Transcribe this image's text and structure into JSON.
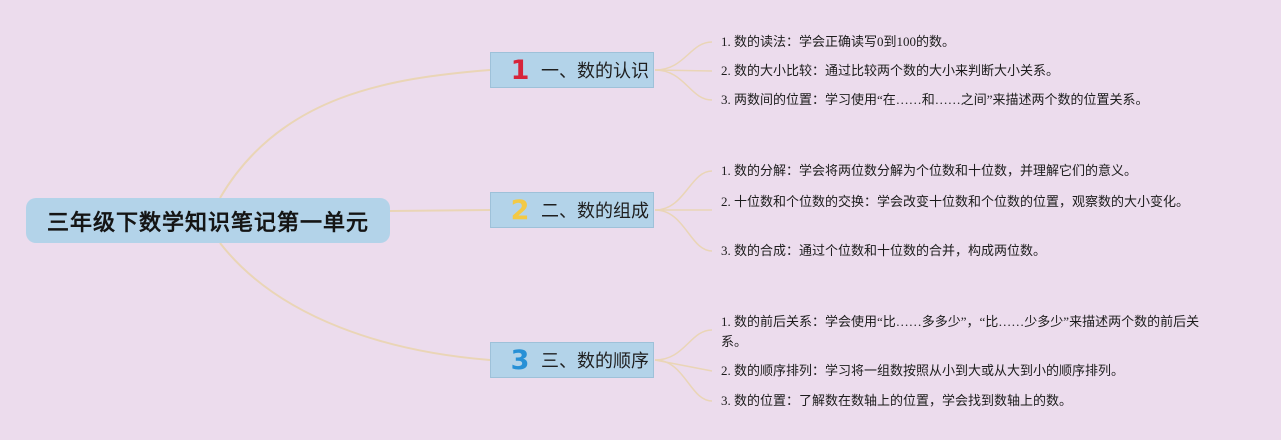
{
  "mindmap": {
    "root": {
      "text": "三年级下数学知识笔记第一单元"
    },
    "colors": {
      "background": "#ecdced",
      "connector": "#ead5b6",
      "node_fill": "#b3d3e9",
      "number_1": "#d6243a",
      "number_2": "#f3c945",
      "number_3": "#2790d6"
    },
    "branches": [
      {
        "number": "1",
        "title": "一、数的认识",
        "items": [
          "1. 数的读法：学会正确读写0到100的数。",
          "2. 数的大小比较：通过比较两个数的大小来判断大小关系。",
          "3. 两数间的位置：学习使用“在……和……之间”来描述两个数的位置关系。"
        ]
      },
      {
        "number": "2",
        "title": "二、数的组成",
        "items": [
          "1. 数的分解：学会将两位数分解为个位数和十位数，并理解它们的意义。",
          "2. 十位数和个位数的交换：学会改变十位数和个位数的位置，观察数的大小变化。",
          "3. 数的合成：通过个位数和十位数的合并，构成两位数。"
        ]
      },
      {
        "number": "3",
        "title": "三、数的顺序",
        "items": [
          "1. 数的前后关系：学会使用“比……多多少”，“比……少多少”来描述两个数的前后关系。",
          "2. 数的顺序排列：学习将一组数按照从小到大或从大到小的顺序排列。",
          "3. 数的位置：了解数在数轴上的位置，学会找到数轴上的数。"
        ]
      }
    ]
  }
}
